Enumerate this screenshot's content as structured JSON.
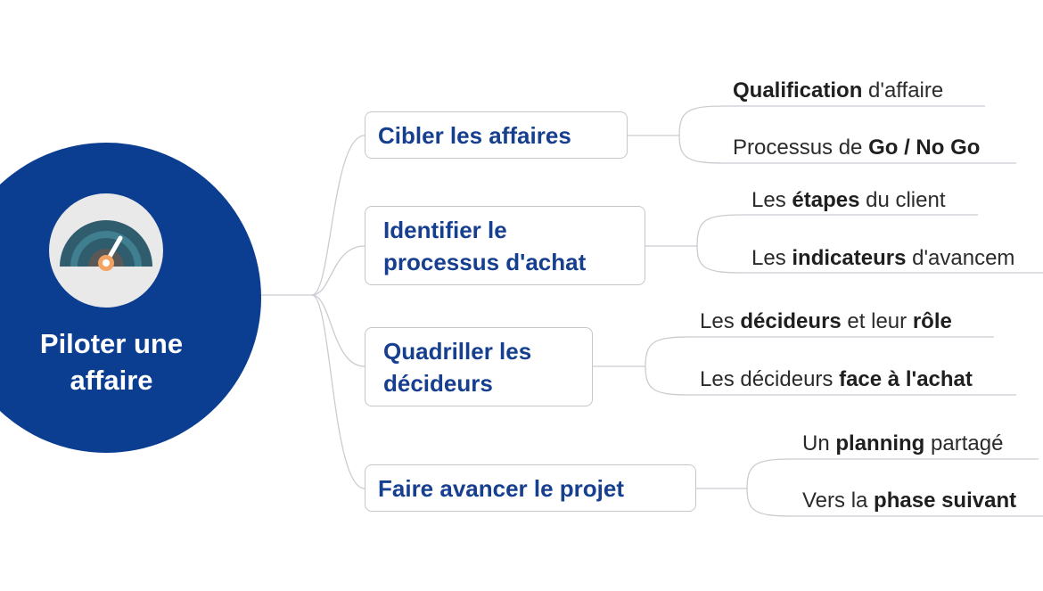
{
  "root": {
    "title_line1": "Piloter une",
    "title_line2": "affaire",
    "icon": "speedometer-icon",
    "color": "#0b3d91"
  },
  "branches": [
    {
      "label_lines": [
        "Cibler les affaires"
      ],
      "leaves": [
        {
          "parts": [
            {
              "text": "Qualification",
              "bold": true
            },
            {
              "text": " d'affaire",
              "bold": false
            }
          ]
        },
        {
          "parts": [
            {
              "text": "Processus de ",
              "bold": false
            },
            {
              "text": "Go / No Go",
              "bold": true
            }
          ]
        }
      ]
    },
    {
      "label_lines": [
        "Identifier le",
        "processus d'achat"
      ],
      "leaves": [
        {
          "parts": [
            {
              "text": "Les ",
              "bold": false
            },
            {
              "text": "étapes",
              "bold": true
            },
            {
              "text": " du client",
              "bold": false
            }
          ]
        },
        {
          "parts": [
            {
              "text": "Les ",
              "bold": false
            },
            {
              "text": "indicateurs",
              "bold": true
            },
            {
              "text": " d'avancem",
              "bold": false
            }
          ]
        }
      ]
    },
    {
      "label_lines": [
        "Quadriller les",
        "décideurs"
      ],
      "leaves": [
        {
          "parts": [
            {
              "text": "Les ",
              "bold": false
            },
            {
              "text": "décideurs",
              "bold": true
            },
            {
              "text": " et leur ",
              "bold": false
            },
            {
              "text": "rôle",
              "bold": true
            }
          ]
        },
        {
          "parts": [
            {
              "text": "Les décideurs ",
              "bold": false
            },
            {
              "text": "face à l'achat",
              "bold": true
            }
          ]
        }
      ]
    },
    {
      "label_lines": [
        "Faire avancer le projet"
      ],
      "leaves": [
        {
          "parts": [
            {
              "text": "Un ",
              "bold": false
            },
            {
              "text": "planning",
              "bold": true
            },
            {
              "text": " partagé",
              "bold": false
            }
          ]
        },
        {
          "parts": [
            {
              "text": "Vers la ",
              "bold": false
            },
            {
              "text": "phase suivant",
              "bold": true
            }
          ]
        }
      ]
    }
  ]
}
